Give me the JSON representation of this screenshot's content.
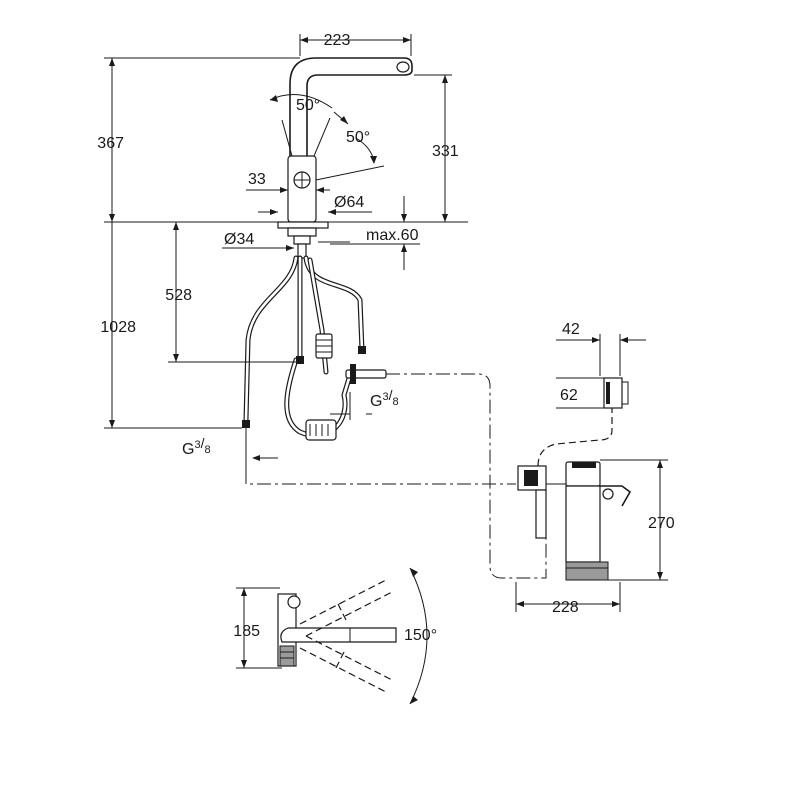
{
  "dimensions": {
    "spout_reach": "223",
    "total_height": "367",
    "spout_height": "331",
    "handle_angle_left": "50°",
    "handle_angle_right": "50°",
    "lever_offset": "33",
    "base_diameter": "Ø64",
    "hole_diameter": "Ø34",
    "deck_thickness": "max.60",
    "hose_length_528": "528",
    "hose_length_1028": "1028",
    "connection_thread_right": "G",
    "connection_thread_right_frac_num": "3",
    "connection_thread_right_frac_den": "8",
    "connection_thread_left": "G",
    "connection_thread_left_frac_num": "3",
    "connection_thread_left_frac_den": "8",
    "sensor_width": "42",
    "sensor_height": "62",
    "filter_height": "270",
    "filter_width": "228",
    "top_view_depth": "185",
    "swivel_angle": "150°"
  },
  "colors": {
    "line": "#1a1a1a",
    "cartridge_gray": "#9a9a9a",
    "background": "#ffffff"
  }
}
